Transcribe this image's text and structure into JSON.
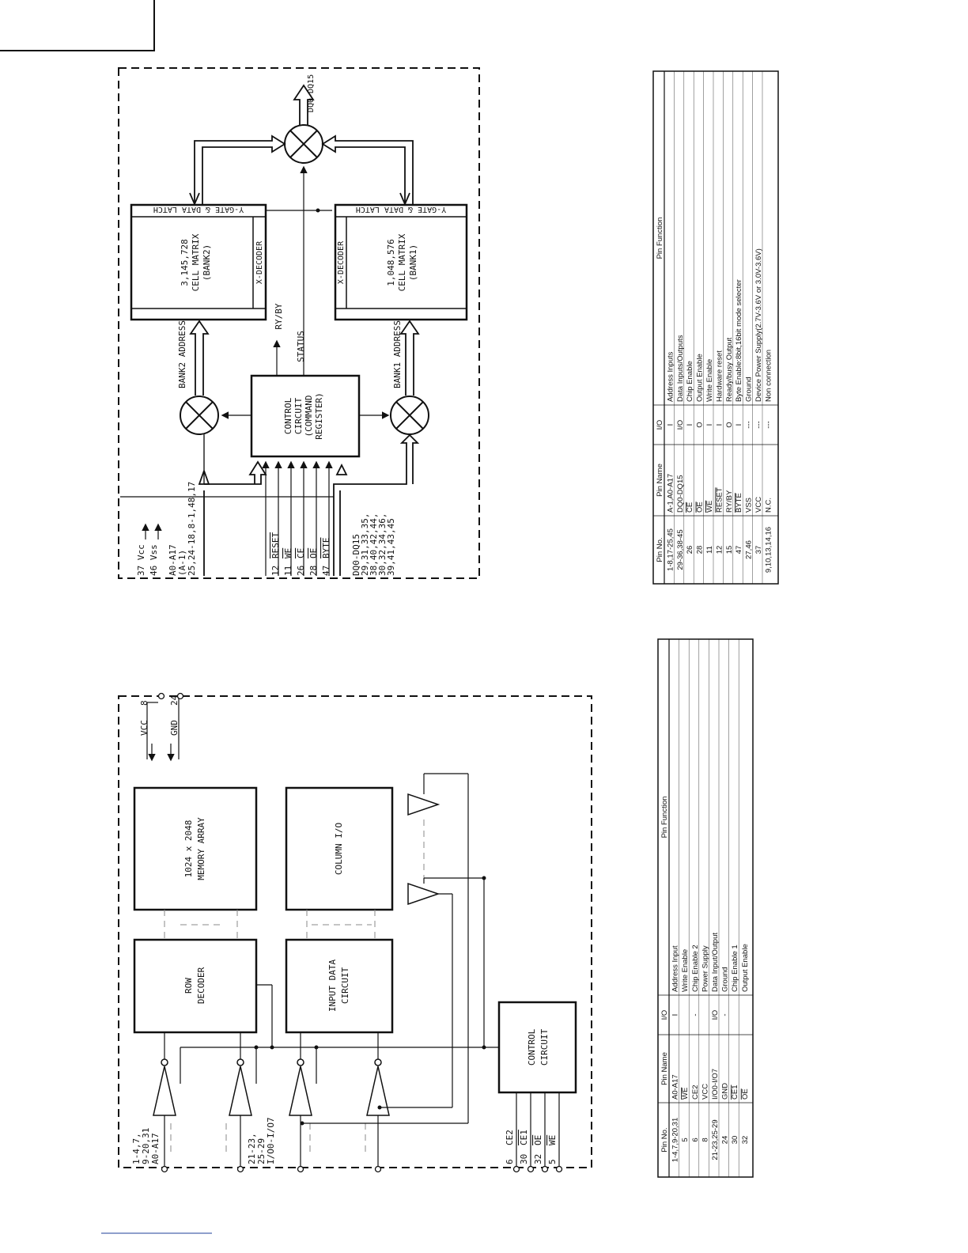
{
  "flash": {
    "vcc": "37 Vcc",
    "vss": "46 Vss",
    "addr_l1": "A0-A17",
    "addr_l2": "(A-1)",
    "addr_l3": "25,24-18,8-1,48,17",
    "p_reset": "12",
    "p_we": "11",
    "p_ce": "26",
    "p_oe": "28",
    "p_byte": "47",
    "s_reset": "RESET",
    "s_we": "WE",
    "s_ce": "CE",
    "s_oe": "OE",
    "s_byte": "BYTE",
    "dq_l1": "DQ0-DQ15",
    "dq_l2": "29,31,33,35,",
    "dq_l3": "38,40,42,44,",
    "dq_l4": "30,32,34,36,",
    "dq_l5": "39,41,43,45",
    "bank2_l1": "3,145,728",
    "bank2_l2": "CELL MATRIX",
    "bank2_l3": "(BANK2)",
    "bank1_l1": "1,048,576",
    "bank1_l2": "CELL MATRIX",
    "bank1_l3": "(BANK1)",
    "xdec": "X-DECODER",
    "ygate": "Y-GATE & DATA LATCH",
    "ctrl_l1": "CONTROL",
    "ctrl_l2": "CIRCUIT",
    "ctrl_l3": "(COMMAND",
    "ctrl_l4": "REGISTER)",
    "bank2_addr": "BANK2 ADDRESS",
    "bank1_addr": "BANK1 ADDRESS",
    "rybys": "RY/BY",
    "status": "STATUS",
    "dq_out": "DQ0-DQ15"
  },
  "sram": {
    "addr_l1": "1-4,7,",
    "addr_l2": "9-20,31",
    "addr_l3": "A0-A17",
    "io_l1": "21-23,",
    "io_l2": "25-29",
    "io_l3": "I/O0-I/O7",
    "pins": [
      {
        "num": "6",
        "name": "CE2"
      },
      {
        "num": "30",
        "name": "CE1"
      },
      {
        "num": "32",
        "name": "OE"
      },
      {
        "num": "5",
        "name": "WE"
      }
    ],
    "row_l1": "ROW",
    "row_l2": "DECODER",
    "mem_l1": "1024 x 2048",
    "mem_l2": "MEMORY ARRAY",
    "inp_l1": "INPUT DATA",
    "inp_l2": "CIRCUIT",
    "col": "COLUMN I/O",
    "ctrl_l1": "CONTROL",
    "ctrl_l2": "CIRCUIT",
    "vcc": "VCC",
    "vcc_pin": "8",
    "gnd": "GND",
    "gnd_pin": "24"
  },
  "flash_table": {
    "headers": [
      "Pin No.",
      "Pin Name",
      "I/O",
      "Pin Function"
    ],
    "rows": [
      [
        "1-8,17-25,45",
        "A-1,A0-A17",
        "I",
        "Address Inputs"
      ],
      [
        "29-36,38-45",
        "DQ0-DQ15",
        "I/O",
        "Data Inputs/Outputs"
      ],
      [
        "26",
        "CE",
        "I",
        "Chip Enable"
      ],
      [
        "28",
        "OE",
        "O",
        "Output Enable"
      ],
      [
        "11",
        "WE",
        "I",
        "Write Enable"
      ],
      [
        "12",
        "RESET",
        "I",
        "Hardware reset"
      ],
      [
        "15",
        "RY/BY",
        "O",
        "Ready/busy Output"
      ],
      [
        "47",
        "BYTE",
        "I",
        "Byte Enable:8bit,16bit mode selecter"
      ],
      [
        "27,46",
        "VSS",
        "---",
        "Ground"
      ],
      [
        "37",
        "VCC",
        "---",
        "Device Power Supply(2.7V-3.6V or 3.0V-3.6V)"
      ],
      [
        "9,10,13,14,16",
        "N.C.",
        "---",
        "Non connection"
      ]
    ]
  },
  "sram_table": {
    "headers": [
      "Pin No.",
      "Pin Name",
      "I/O",
      "Pin Function"
    ],
    "rows": [
      [
        "1-4,7,9-20,31",
        "A0-A17",
        "I",
        "Address Input"
      ],
      [
        "5",
        "WE",
        "",
        "Write Enable"
      ],
      [
        "6",
        "CE2",
        "-",
        "Chip Enable 2"
      ],
      [
        "8",
        "VCC",
        "",
        "Power Supply"
      ],
      [
        "21-23,25-29",
        "I/O0-I/O7",
        "I/O",
        "Data Input/Output"
      ],
      [
        "24",
        "GND",
        "-",
        "Ground"
      ],
      [
        "30",
        "CE1",
        "",
        "Chip Enable 1"
      ],
      [
        "32",
        "OE",
        "",
        "Output Enable"
      ]
    ]
  }
}
